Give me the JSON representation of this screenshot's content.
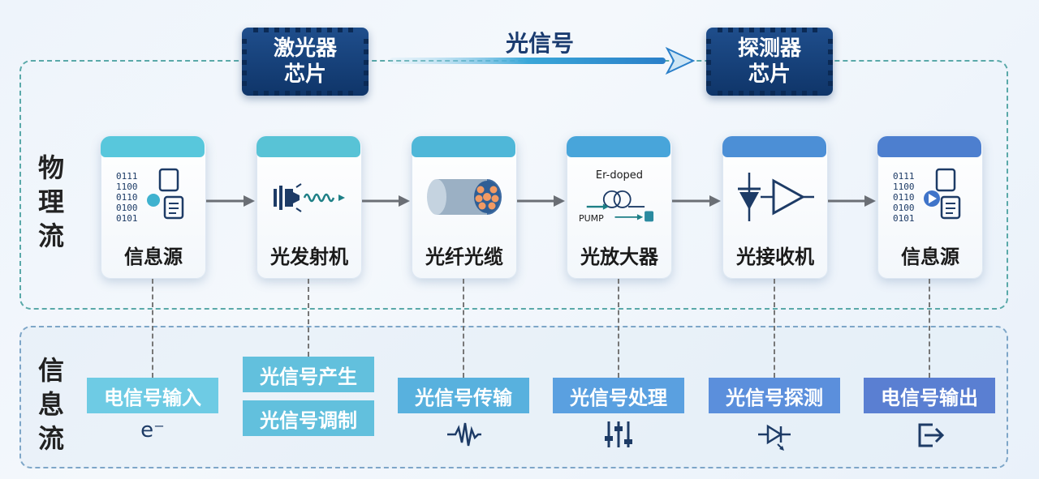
{
  "labels": {
    "physical_flow": "物理流",
    "info_flow": "信息流",
    "optical_signal": "光信号"
  },
  "chips": {
    "laser": "激光器\n芯片",
    "detector": "探测器\n芯片"
  },
  "stages": [
    {
      "label": "信息源",
      "icon": "data-document-icon",
      "cap_color": "#58c7dc"
    },
    {
      "label": "光发射机",
      "icon": "laser-emitter-icon",
      "cap_color": "#58c3d6"
    },
    {
      "label": "光纤光缆",
      "icon": "fiber-cable-icon",
      "cap_color": "#4fb7d8"
    },
    {
      "label": "光放大器",
      "icon": "fiber-amplifier-icon",
      "cap_color": "#48a5da"
    },
    {
      "label": "光接收机",
      "icon": "diode-amplifier-icon",
      "cap_color": "#4c8fd6"
    },
    {
      "label": "信息源",
      "icon": "data-document-play-icon",
      "cap_color": "#4d7fcf"
    }
  ],
  "amplifier_text": {
    "er_doped": "Er-doped",
    "pump": "PUMP"
  },
  "info": [
    {
      "labels": [
        "电信号输入"
      ],
      "icon": "electron-icon",
      "icon_text": "e⁻",
      "color": "#6ecbe4"
    },
    {
      "labels": [
        "光信号产生",
        "光信号调制"
      ],
      "icon": "",
      "color": "#62c0dd"
    },
    {
      "labels": [
        "光信号传输"
      ],
      "icon": "waveform-icon",
      "color": "#58b1de"
    },
    {
      "labels": [
        "光信号处理"
      ],
      "icon": "sliders-icon",
      "color": "#5aa0e0"
    },
    {
      "labels": [
        "光信号探测"
      ],
      "icon": "photodiode-icon",
      "color": "#5b8fdc"
    },
    {
      "labels": [
        "电信号输出"
      ],
      "icon": "output-icon",
      "color": "#5a7fd2"
    }
  ],
  "colors": {
    "chip": "#1f4e8c",
    "arrow": "#6b6f75",
    "text_dark": "#1a1a1a"
  }
}
